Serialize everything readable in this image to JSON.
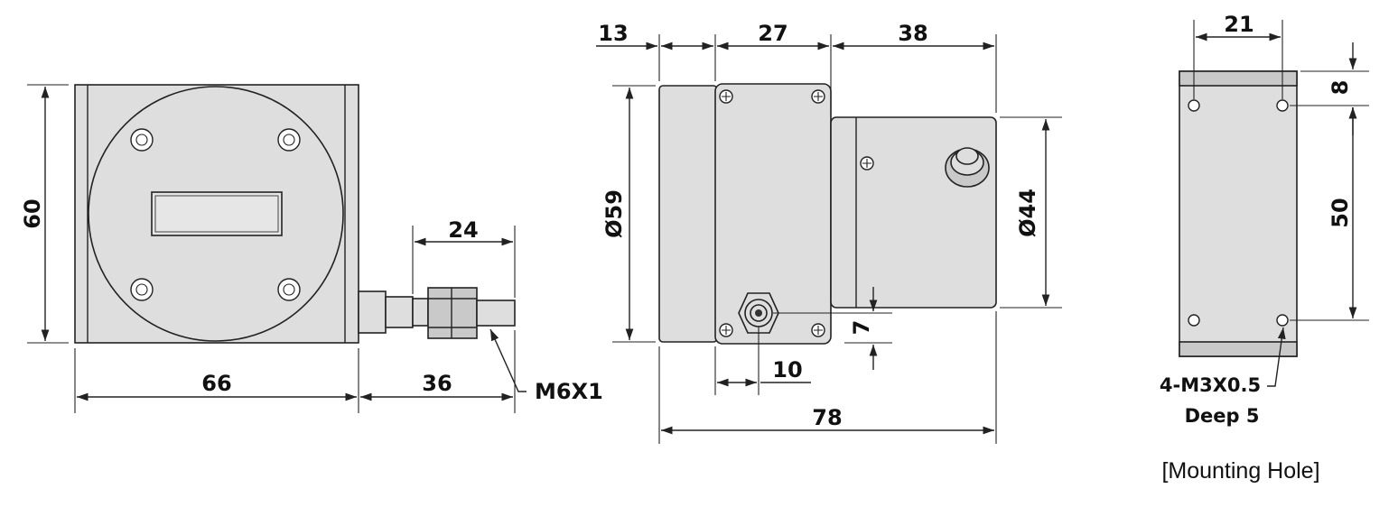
{
  "front_view": {
    "dim_height": "60",
    "dim_width": "66",
    "dim_cable": "36",
    "dim_nut": "24",
    "thread_label": "M6X1"
  },
  "side_view": {
    "dim_13": "13",
    "dim_27": "27",
    "dim_38": "38",
    "dim_dia59": "Ø59",
    "dim_dia44": "Ø44",
    "dim_7": "7",
    "dim_10": "10",
    "dim_78": "78"
  },
  "mount_view": {
    "dim_21": "21",
    "dim_8": "8",
    "dim_50": "50",
    "hole_label_line1": "4-M3X0.5",
    "hole_label_line2": "Deep 5",
    "caption": "[Mounting Hole]"
  }
}
